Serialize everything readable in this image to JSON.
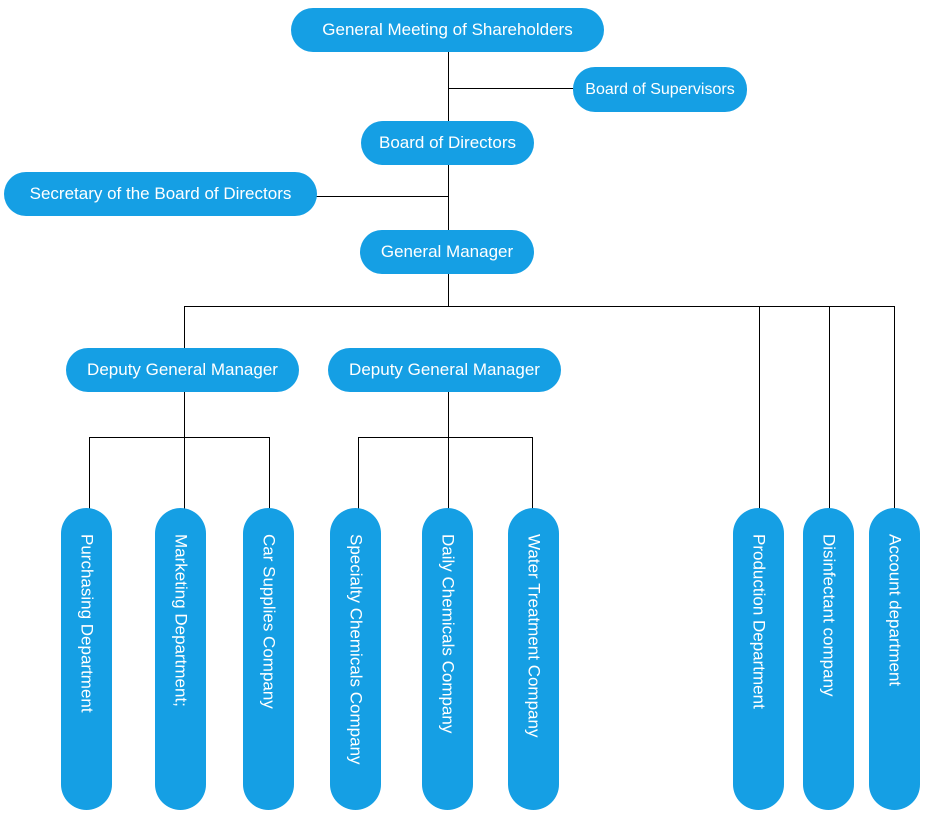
{
  "org_chart": {
    "nodes": {
      "shareholders": "General Meeting of Shareholders",
      "supervisors": "Board of Supervisors",
      "directors": "Board of Directors",
      "secretary": "Secretary of the Board of Directors",
      "general_manager": "General Manager",
      "deputy_1": "Deputy General Manager",
      "deputy_2": "Deputy General Manager",
      "purchasing": "Purchasing Department",
      "marketing": "Marketing Department;",
      "car_supplies": "Car Supplies Company",
      "specialty_chemicals": "Specialty Chemicals Company",
      "daily_chemicals": "Daily Chemicals Company",
      "water_treatment": "Water Treatment Company",
      "production": "Production Department",
      "disinfectant": "Disinfectant company",
      "account": "Account department"
    },
    "hierarchy": [
      {
        "parent": "shareholders",
        "children": [
          "supervisors",
          "directors"
        ]
      },
      {
        "parent": "directors",
        "children": [
          "secretary",
          "general_manager"
        ]
      },
      {
        "parent": "general_manager",
        "children": [
          "deputy_1",
          "deputy_2",
          "production",
          "disinfectant",
          "account"
        ]
      },
      {
        "parent": "deputy_1",
        "children": [
          "purchasing",
          "marketing",
          "car_supplies"
        ]
      },
      {
        "parent": "deputy_2",
        "children": [
          "specialty_chemicals",
          "daily_chemicals",
          "water_treatment"
        ]
      }
    ],
    "colors": {
      "node_fill": "#159fe4",
      "node_text": "#ffffff",
      "connector": "#000000",
      "background": "#ffffff"
    }
  }
}
